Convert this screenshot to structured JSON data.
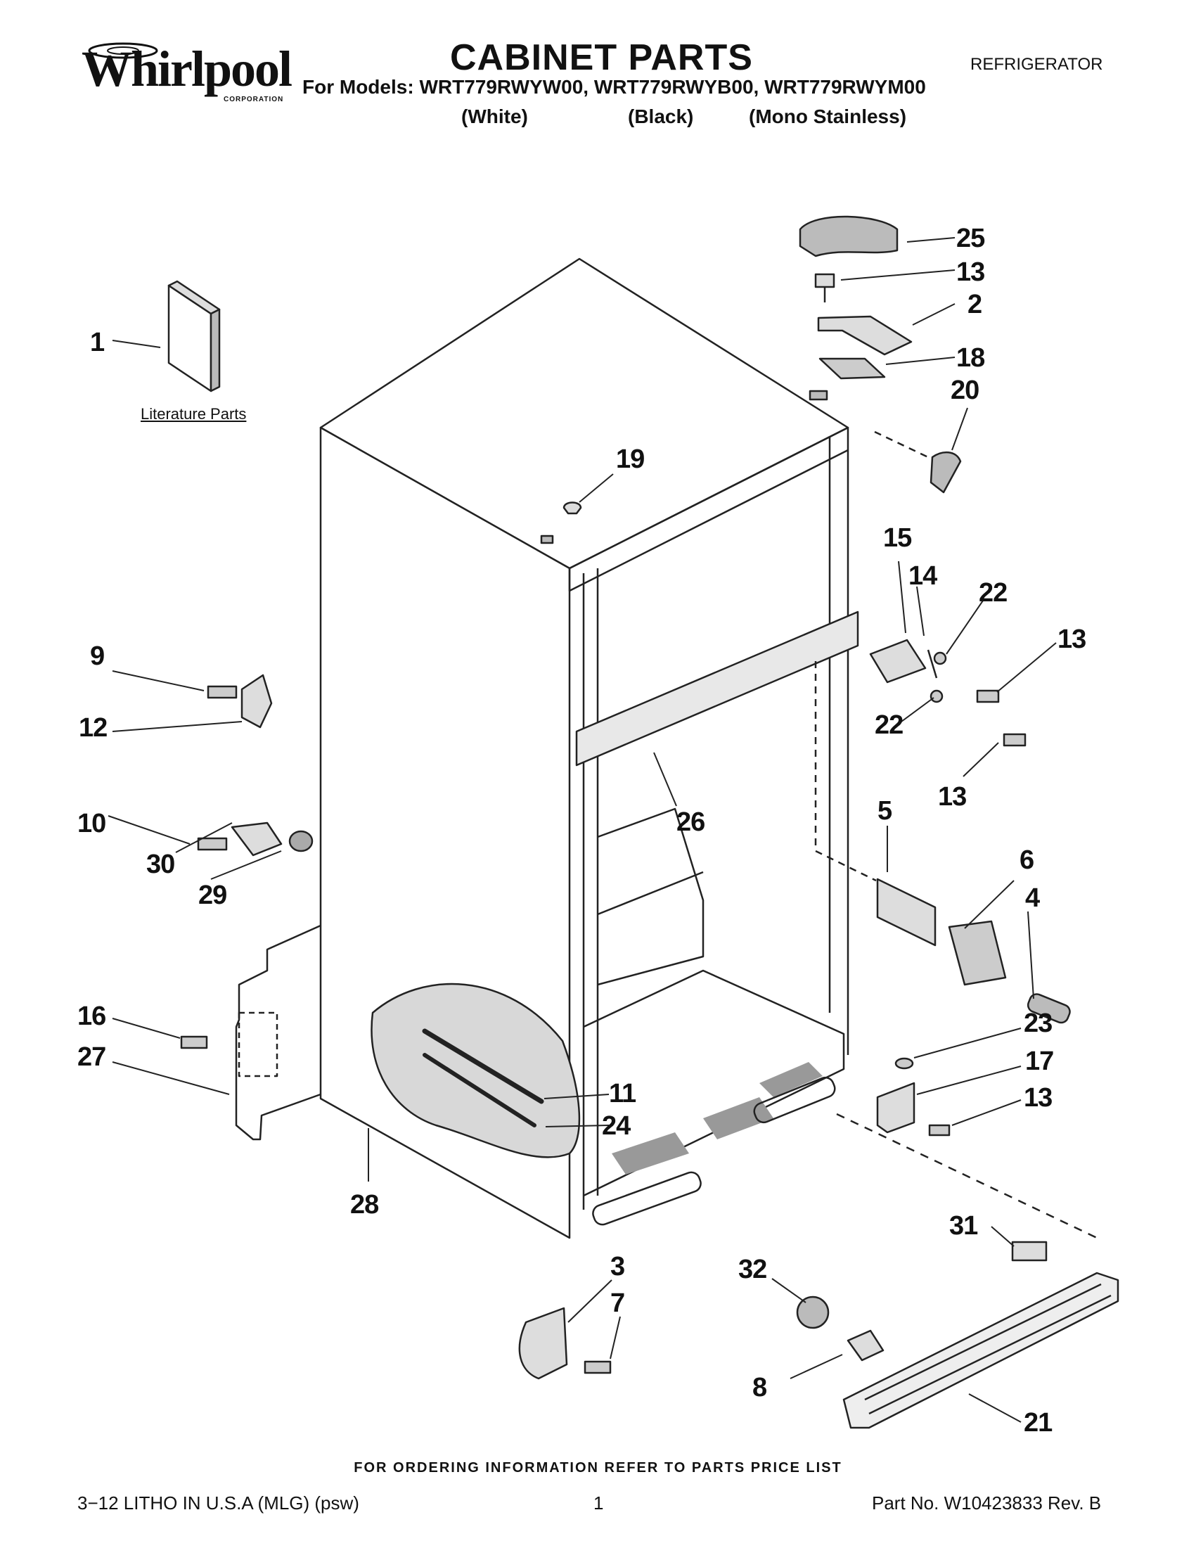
{
  "header": {
    "logo_text": "Whirlpool",
    "logo_subtext": "CORPORATION",
    "title": "CABINET PARTS",
    "models_line": "For Models: WRT779RWYW00, WRT779RWYB00, WRT779RWYM00",
    "variants": [
      "(White)",
      "(Black)",
      "(Mono Stainless)"
    ],
    "category": "REFRIGERATOR"
  },
  "diagram": {
    "literature_label": "Literature Parts",
    "callouts": [
      "1",
      "25",
      "13",
      "2",
      "18",
      "20",
      "19",
      "15",
      "14",
      "22",
      "13",
      "9",
      "12",
      "22",
      "13",
      "10",
      "30",
      "29",
      "26",
      "5",
      "6",
      "4",
      "16",
      "27",
      "11",
      "24",
      "23",
      "17",
      "13",
      "28",
      "3",
      "7",
      "32",
      "31",
      "8",
      "21"
    ]
  },
  "footer": {
    "ordering_info": "FOR ORDERING INFORMATION REFER TO PARTS PRICE LIST",
    "litho": "3−12 LITHO IN U.S.A (MLG) (psw)",
    "page": "1",
    "part_no": "Part No. W10423833 Rev. B"
  }
}
